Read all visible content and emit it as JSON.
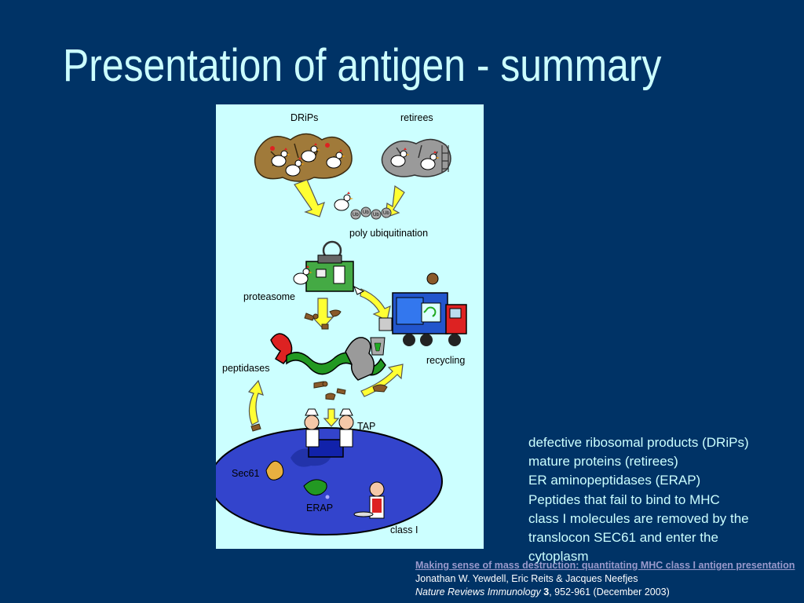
{
  "title": "Presentation of antigen - summary",
  "diagram": {
    "labels": {
      "drips": "DRiPs",
      "retirees": "retirees",
      "poly_ubiquitination": "poly ubiquitination",
      "proteasome": "proteasome",
      "recycling": "recycling",
      "peptidases": "peptidases",
      "tap": "TAP",
      "sec61": "Sec61",
      "erap": "ERAP",
      "class_i": "class I"
    },
    "ubiquitin_tags": [
      "Ub",
      "Ub",
      "Ub",
      "Ub"
    ],
    "colors": {
      "background": "#ccffff",
      "arrow": "#ffff33",
      "er": "#3344cc",
      "peptidase": "#229922",
      "truck_cab": "#dd2222",
      "truck_body": "#2255cc"
    }
  },
  "notes": [
    "defective ribosomal products (DRiPs)",
    "mature proteins (retirees)",
    "ER aminopeptidases (ERAP)",
    "Peptides that fail to bind to MHC",
    "class I molecules are removed by the",
    "translocon SEC61 and enter the",
    "cytoplasm"
  ],
  "citation": {
    "link_text": "Making sense of mass destruction: quantitating MHC class I antigen presentation",
    "authors": "Jonathan W. Yewdell, Eric Reits & Jacques Neefjes",
    "journal": "Nature Reviews Immunology",
    "volume": "3",
    "pages": ", 952-961 (December 2003)"
  }
}
